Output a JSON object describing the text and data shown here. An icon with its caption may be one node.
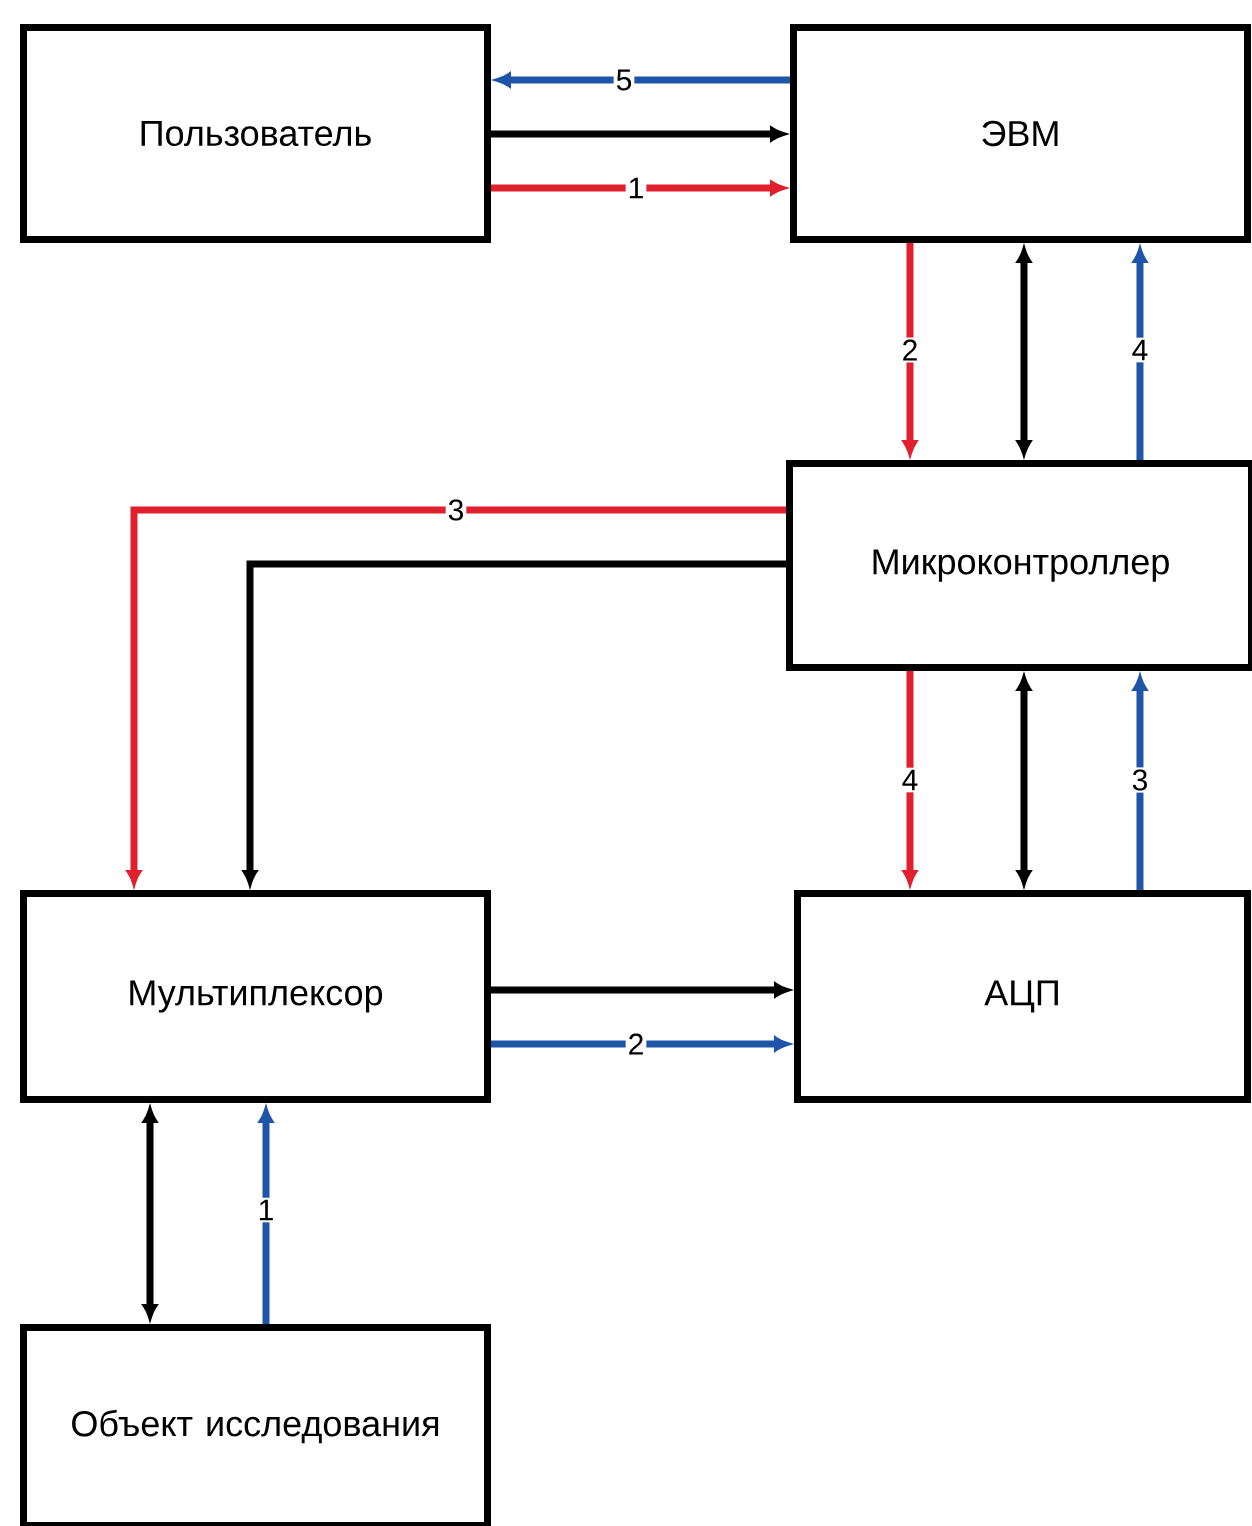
{
  "diagram": {
    "nodes": [
      {
        "text": [
          "Пользователь"
        ]
      },
      {
        "text": [
          "ЭВМ"
        ]
      },
      {
        "text": [
          "Микроконтроллер"
        ]
      },
      {
        "text": [
          "Мультиплексор"
        ]
      },
      {
        "text": [
          "АЦП"
        ]
      },
      {
        "text": [
          "Объект исследования"
        ]
      }
    ],
    "edges": [
      {
        "from": 1,
        "to": 0,
        "arrow": "to",
        "label": "5",
        "color": "#1f55a8"
      },
      {
        "from": 0,
        "to": 1,
        "arrow": "to"
      },
      {
        "from": 0,
        "to": 1,
        "arrow": "to",
        "label": "1",
        "color": "#e0202e"
      },
      {
        "from": 1,
        "to": 2,
        "arrow": "to",
        "label": "2",
        "color": "#e0202e"
      },
      {
        "from": 1,
        "to": 2,
        "arrow": "both"
      },
      {
        "from": 2,
        "to": 1,
        "arrow": "to",
        "label": "4",
        "color": "#1f55a8"
      },
      {
        "from": 2,
        "to": 3,
        "arrow": "to",
        "label": "3",
        "color": "#e0202e"
      },
      {
        "from": 2,
        "to": 3,
        "arrow": "to"
      },
      {
        "from": 2,
        "to": 4,
        "arrow": "to",
        "label": "4",
        "color": "#e0202e"
      },
      {
        "from": 2,
        "to": 4,
        "arrow": "both"
      },
      {
        "from": 4,
        "to": 2,
        "arrow": "to",
        "label": "3",
        "color": "#1f55a8"
      },
      {
        "from": 3,
        "to": 4,
        "arrow": "to"
      },
      {
        "from": 3,
        "to": 4,
        "arrow": "to",
        "label": "2",
        "color": "#1f55a8"
      },
      {
        "from": 3,
        "to": 5,
        "arrow": "both"
      },
      {
        "from": 5,
        "to": 3,
        "arrow": "to",
        "label": "1",
        "color": "#1f55a8"
      }
    ]
  }
}
